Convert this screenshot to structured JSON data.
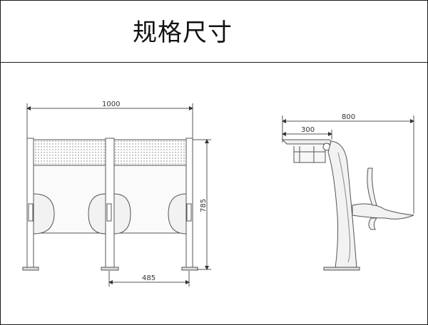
{
  "header": {
    "title": "规格尺寸"
  },
  "front_view": {
    "width_label": "1000",
    "height_label": "785",
    "spacing_label": "485"
  },
  "side_view": {
    "depth_label": "800",
    "desk_label": "300"
  },
  "colors": {
    "line": "#555555",
    "frame": "#1a1a1a",
    "fill": "#f2f2f2"
  }
}
